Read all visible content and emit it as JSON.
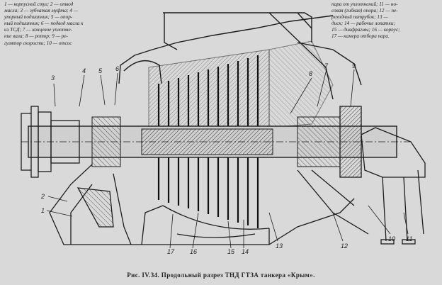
{
  "figure": {
    "caption": "Рис. IV.34. Продольный разрез ТНД ГТЗА танкера «Крым».",
    "legend_left": [
      "1 — корпусной стул; 2 — отвод",
      "масла; 3 — зубчатая муфта; 4 —",
      "упорный подшипник; 5 — опор-",
      "ный подшипник; 6 — подвод масла к",
      "из ТСД; 7 — концевое уплотне-",
      "ние вала; 8 — ротор; 9 — ре-",
      "гулятор скорости; 10 — отсос"
    ],
    "legend_right": [
      "пара от уплотнений; 11 — но-",
      "совая (гибкая) опора; 12 — пе-",
      "реходный патрубок; 13 —",
      "диск; 14 — рабочие лопатки;",
      "15 — диафрагмы; 16 — корпус;",
      "17 — камера отбора пара."
    ],
    "callouts": [
      "1",
      "2",
      "3",
      "4",
      "5",
      "6",
      "7",
      "8",
      "9",
      "10",
      "11",
      "12",
      "13",
      "14",
      "15",
      "16",
      "17"
    ]
  },
  "colors": {
    "paper": "#d9d9d9",
    "ink": "#1c1c1c",
    "hatch": "#3a3a3a"
  }
}
